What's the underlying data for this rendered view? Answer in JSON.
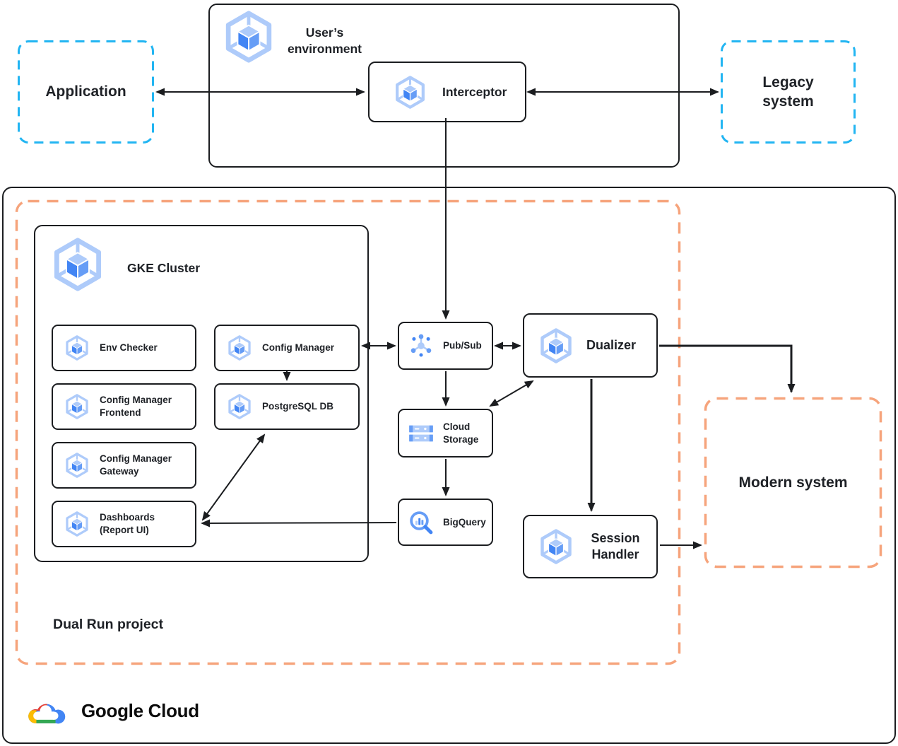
{
  "diagram": {
    "users_environment": {
      "label": "User’s environment",
      "icon": "gke-icon"
    },
    "application": {
      "label": "Application"
    },
    "legacy_system": {
      "label": "Legacy system"
    },
    "interceptor": {
      "label": "Interceptor",
      "icon": "gke-icon"
    },
    "google_cloud_region": {
      "dual_run_project": {
        "label": "Dual Run project"
      },
      "gke_cluster": {
        "label": "GKE Cluster",
        "icon": "gke-icon",
        "services": [
          {
            "label": "Env Checker",
            "icon": "gke-icon"
          },
          {
            "label": "Config Manager",
            "icon": "gke-icon"
          },
          {
            "label": "Config Manager Frontend",
            "icon": "gke-icon"
          },
          {
            "label": "PostgreSQL DB",
            "icon": "gke-icon"
          },
          {
            "label": "Config Manager Gateway",
            "icon": "gke-icon"
          },
          {
            "label": "Dashboards (Report UI)",
            "icon": "gke-icon"
          }
        ]
      },
      "pubsub": {
        "label": "Pub/Sub",
        "icon": "pubsub-icon"
      },
      "cloud_storage": {
        "label": "Cloud Storage",
        "icon": "cloud-storage-icon"
      },
      "bigquery": {
        "label": "BigQuery",
        "icon": "bigquery-icon"
      },
      "dualizer": {
        "label": "Dualizer",
        "icon": "gke-icon"
      },
      "session_handler": {
        "label": "Session Handler",
        "icon": "gke-icon"
      },
      "modern_system": {
        "label": "Modern system"
      }
    },
    "footer": {
      "brand": "Google Cloud",
      "icon": "google-cloud-logo"
    },
    "connections": [
      {
        "from": "application",
        "to": "interceptor",
        "direction": "both"
      },
      {
        "from": "interceptor",
        "to": "legacy_system",
        "direction": "both"
      },
      {
        "from": "interceptor",
        "to": "pubsub",
        "direction": "one-way"
      },
      {
        "from": "config_manager",
        "to": "pubsub",
        "direction": "both"
      },
      {
        "from": "config_manager",
        "to": "postgresql_db",
        "direction": "one-way"
      },
      {
        "from": "pubsub",
        "to": "dualizer",
        "direction": "both"
      },
      {
        "from": "pubsub",
        "to": "cloud_storage",
        "direction": "one-way"
      },
      {
        "from": "cloud_storage",
        "to": "dualizer",
        "direction": "both"
      },
      {
        "from": "cloud_storage",
        "to": "bigquery",
        "direction": "one-way"
      },
      {
        "from": "bigquery",
        "to": "dashboards_report_ui",
        "direction": "one-way"
      },
      {
        "from": "dashboards_report_ui",
        "to": "postgresql_db",
        "direction": "both"
      },
      {
        "from": "dualizer",
        "to": "session_handler",
        "direction": "one-way"
      },
      {
        "from": "dualizer",
        "to": "modern_system",
        "direction": "one-way"
      },
      {
        "from": "session_handler",
        "to": "modern_system",
        "direction": "one-way"
      }
    ]
  },
  "colors": {
    "box_border": "#1b1d20",
    "text": "#1e2126",
    "dashed_cyan": "#22b5f2",
    "dashed_orange": "#f6a47c",
    "icon_light_blue": "#aecbfa",
    "icon_mid_blue": "#669df6",
    "icon_blue": "#4285f4",
    "logo_red": "#ea4335",
    "logo_yellow": "#fbbc04",
    "logo_green": "#34a853",
    "logo_blue": "#4285f4"
  }
}
